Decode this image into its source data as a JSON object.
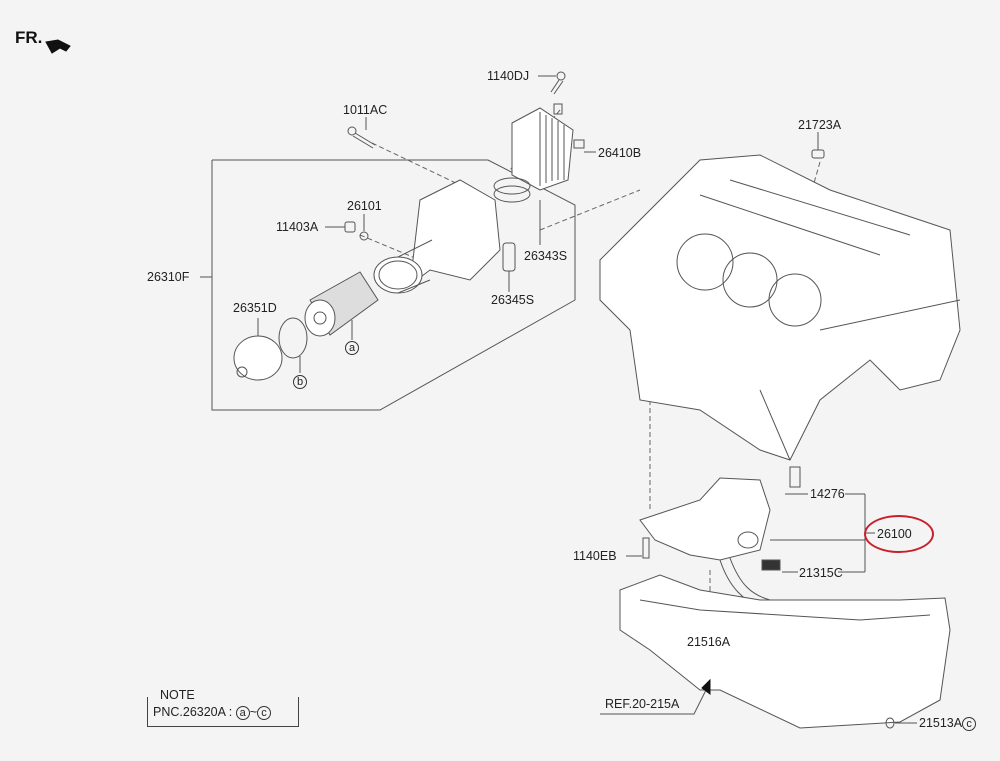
{
  "diagram": {
    "title": "Engine block, oil filter & oil pump exploded view",
    "orientation_label": "FR.",
    "orientation_icon": "arrow-pointer-icon",
    "parts": {
      "p1140DJ": "1140DJ",
      "p1011AC": "1011AC",
      "p26410B": "26410B",
      "p21723A": "21723A",
      "p26101": "26101",
      "p11403A": "11403A",
      "p26343S": "26343S",
      "p26345S": "26345S",
      "p26310F": "26310F",
      "p26351D": "26351D",
      "p14276": "14276",
      "p26100": "26100",
      "p1140EB": "1140EB",
      "p21315C": "21315C",
      "p21516A": "21516A",
      "p21513A": "21513A"
    },
    "callouts": {
      "a": "a",
      "b": "b",
      "c": "c"
    },
    "reference": "REF.20-215A",
    "note": {
      "title": "NOTE",
      "pnc_label": "PNC.26320A :",
      "range_from": "a",
      "range_sep": "~",
      "range_to": "c"
    },
    "highlighted_part": "26100",
    "highlight_color": "#c8202a"
  }
}
